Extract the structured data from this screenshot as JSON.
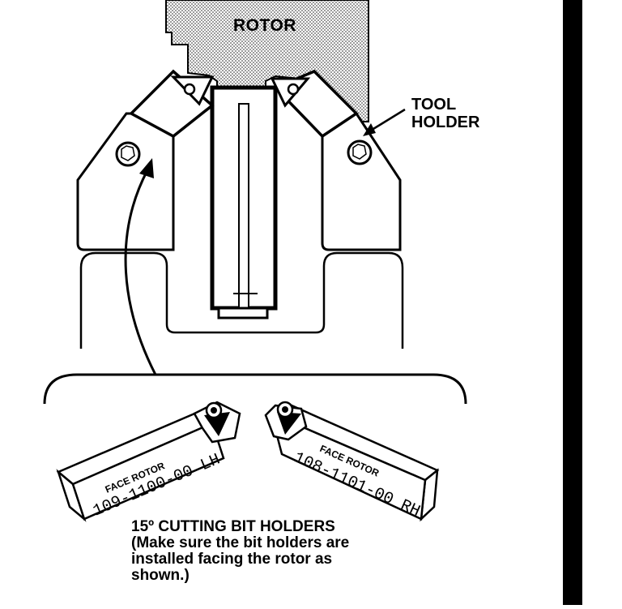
{
  "labels": {
    "rotor": "ROTOR",
    "tool_holder_line1": "TOOL",
    "tool_holder_line2": "HOLDER"
  },
  "bits": {
    "left": {
      "brand": "FACE ROTOR",
      "part": "109-1100-00 LH"
    },
    "right": {
      "brand": "FACE ROTOR",
      "part": "108-1101-00 RH"
    }
  },
  "caption": {
    "line1": "15º CUTTING BIT HOLDERS",
    "line2": "(Make sure the bit holders are",
    "line3": "installed facing the rotor as",
    "line4": "shown.)"
  },
  "colors": {
    "ink": "#000000",
    "paper": "#ffffff",
    "rotor_fill": "#d9d9d9"
  }
}
